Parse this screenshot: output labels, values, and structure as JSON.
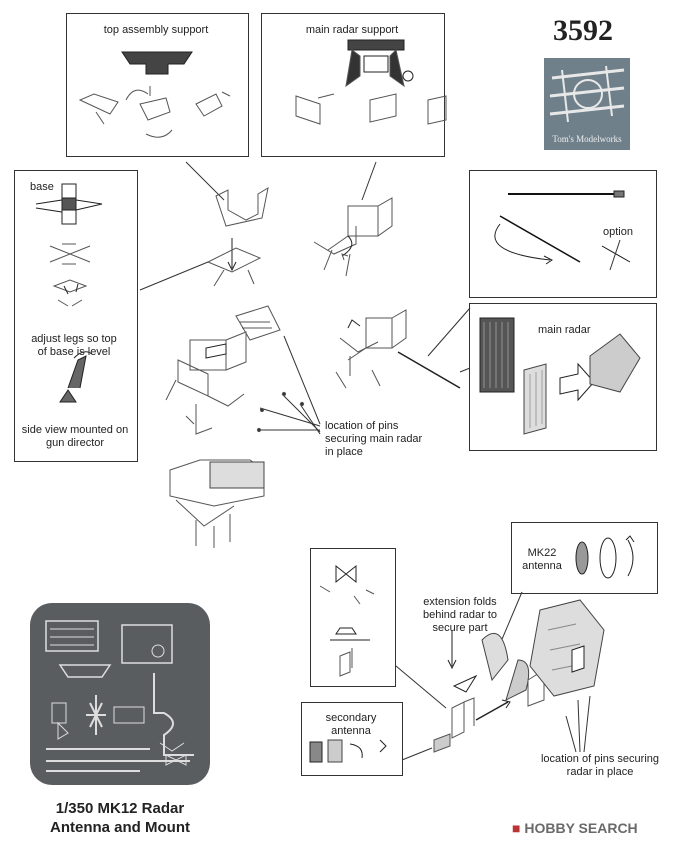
{
  "product_code": "3592",
  "brand": "Tom's Modelworks",
  "labels": {
    "top_assembly_support": "top assembly support",
    "main_radar_support": "main radar support",
    "base": "base",
    "adjust_legs": "adjust legs so top of base is level",
    "side_view": "side view mounted on gun director",
    "option": "option",
    "main_radar": "main radar",
    "pins_main": "location of pins securing main radar in place",
    "mk22": "MK22 antenna",
    "extension_folds": "extension folds behind radar to secure part",
    "secondary_antenna": "secondary antenna",
    "pins_radar": "location of pins securing radar in place"
  },
  "title": "1/350 MK12 Radar Antenna and Mount",
  "watermark": "HOBBY SEARCH"
}
